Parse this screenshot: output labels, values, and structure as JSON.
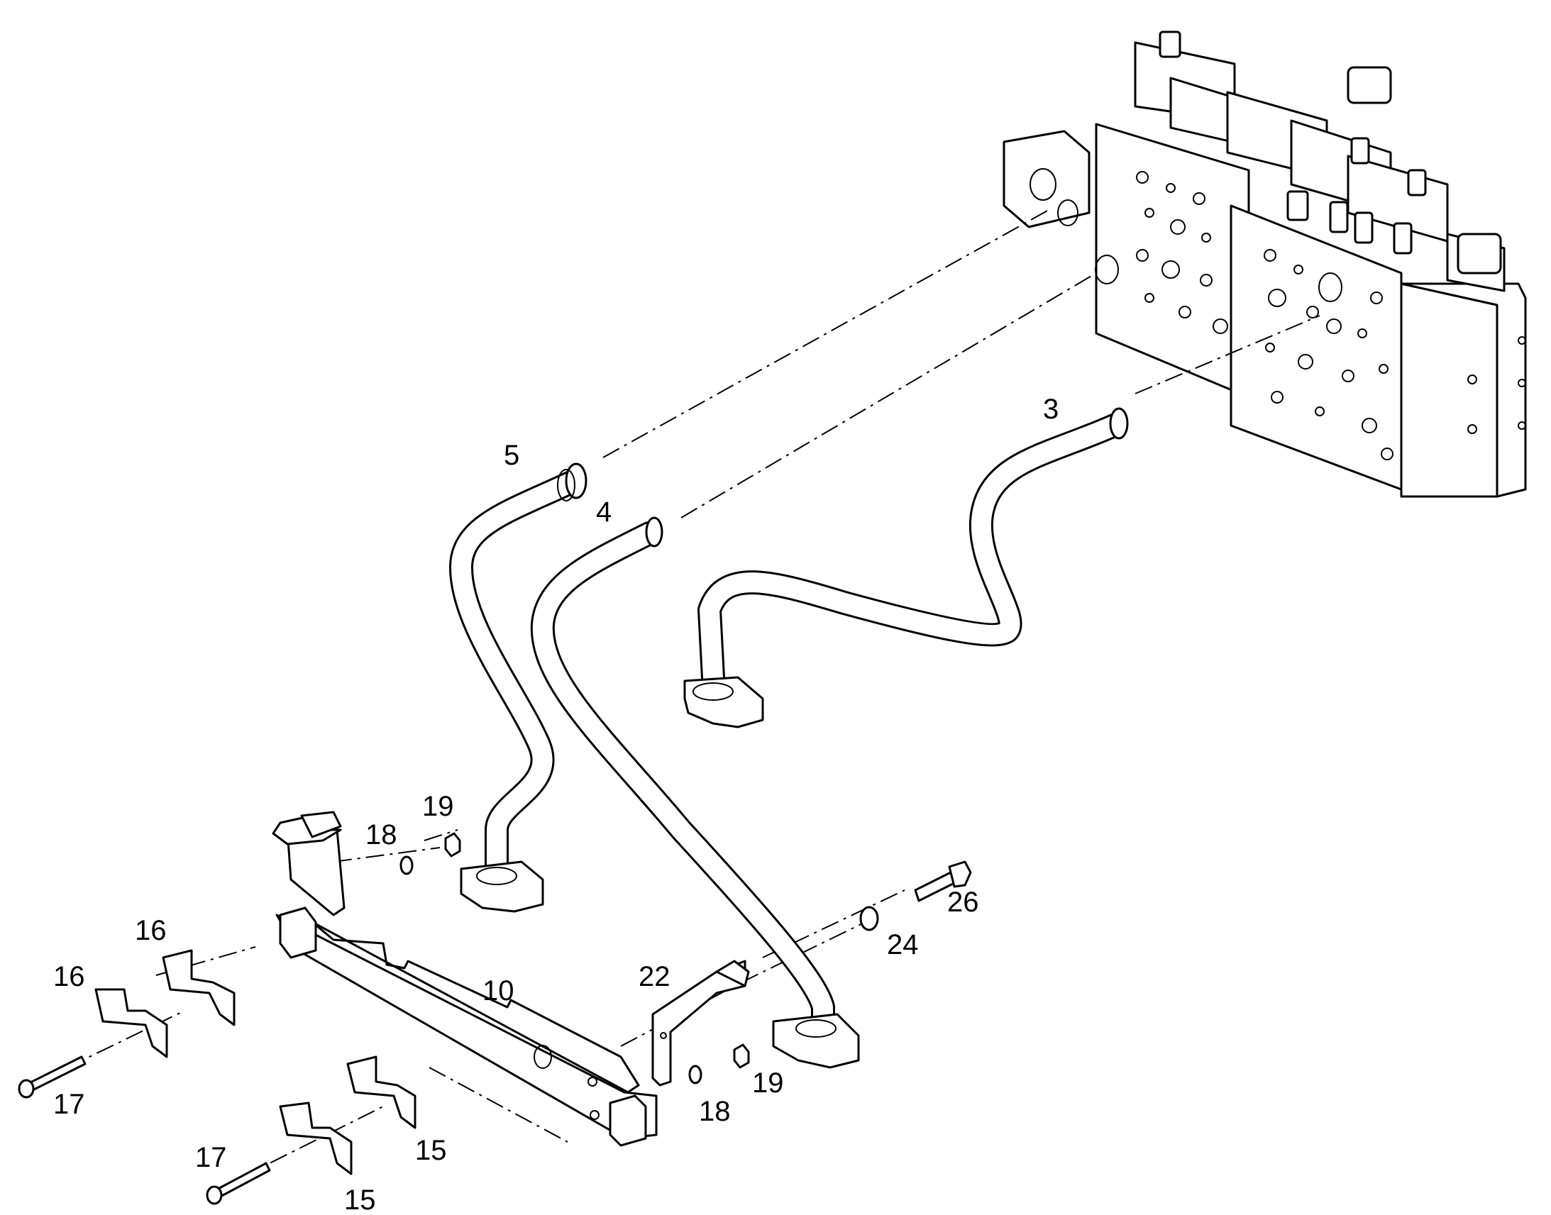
{
  "diagram": {
    "callouts": {
      "c3": "3",
      "c4": "4",
      "c5": "5",
      "c10": "10",
      "c15a": "15",
      "c15b": "15",
      "c16a": "16",
      "c16b": "16",
      "c17a": "17",
      "c17b": "17",
      "c18a": "18",
      "c18b": "18",
      "c19a": "19",
      "c19b": "19",
      "c22": "22",
      "c24": "24",
      "c26": "26"
    }
  }
}
